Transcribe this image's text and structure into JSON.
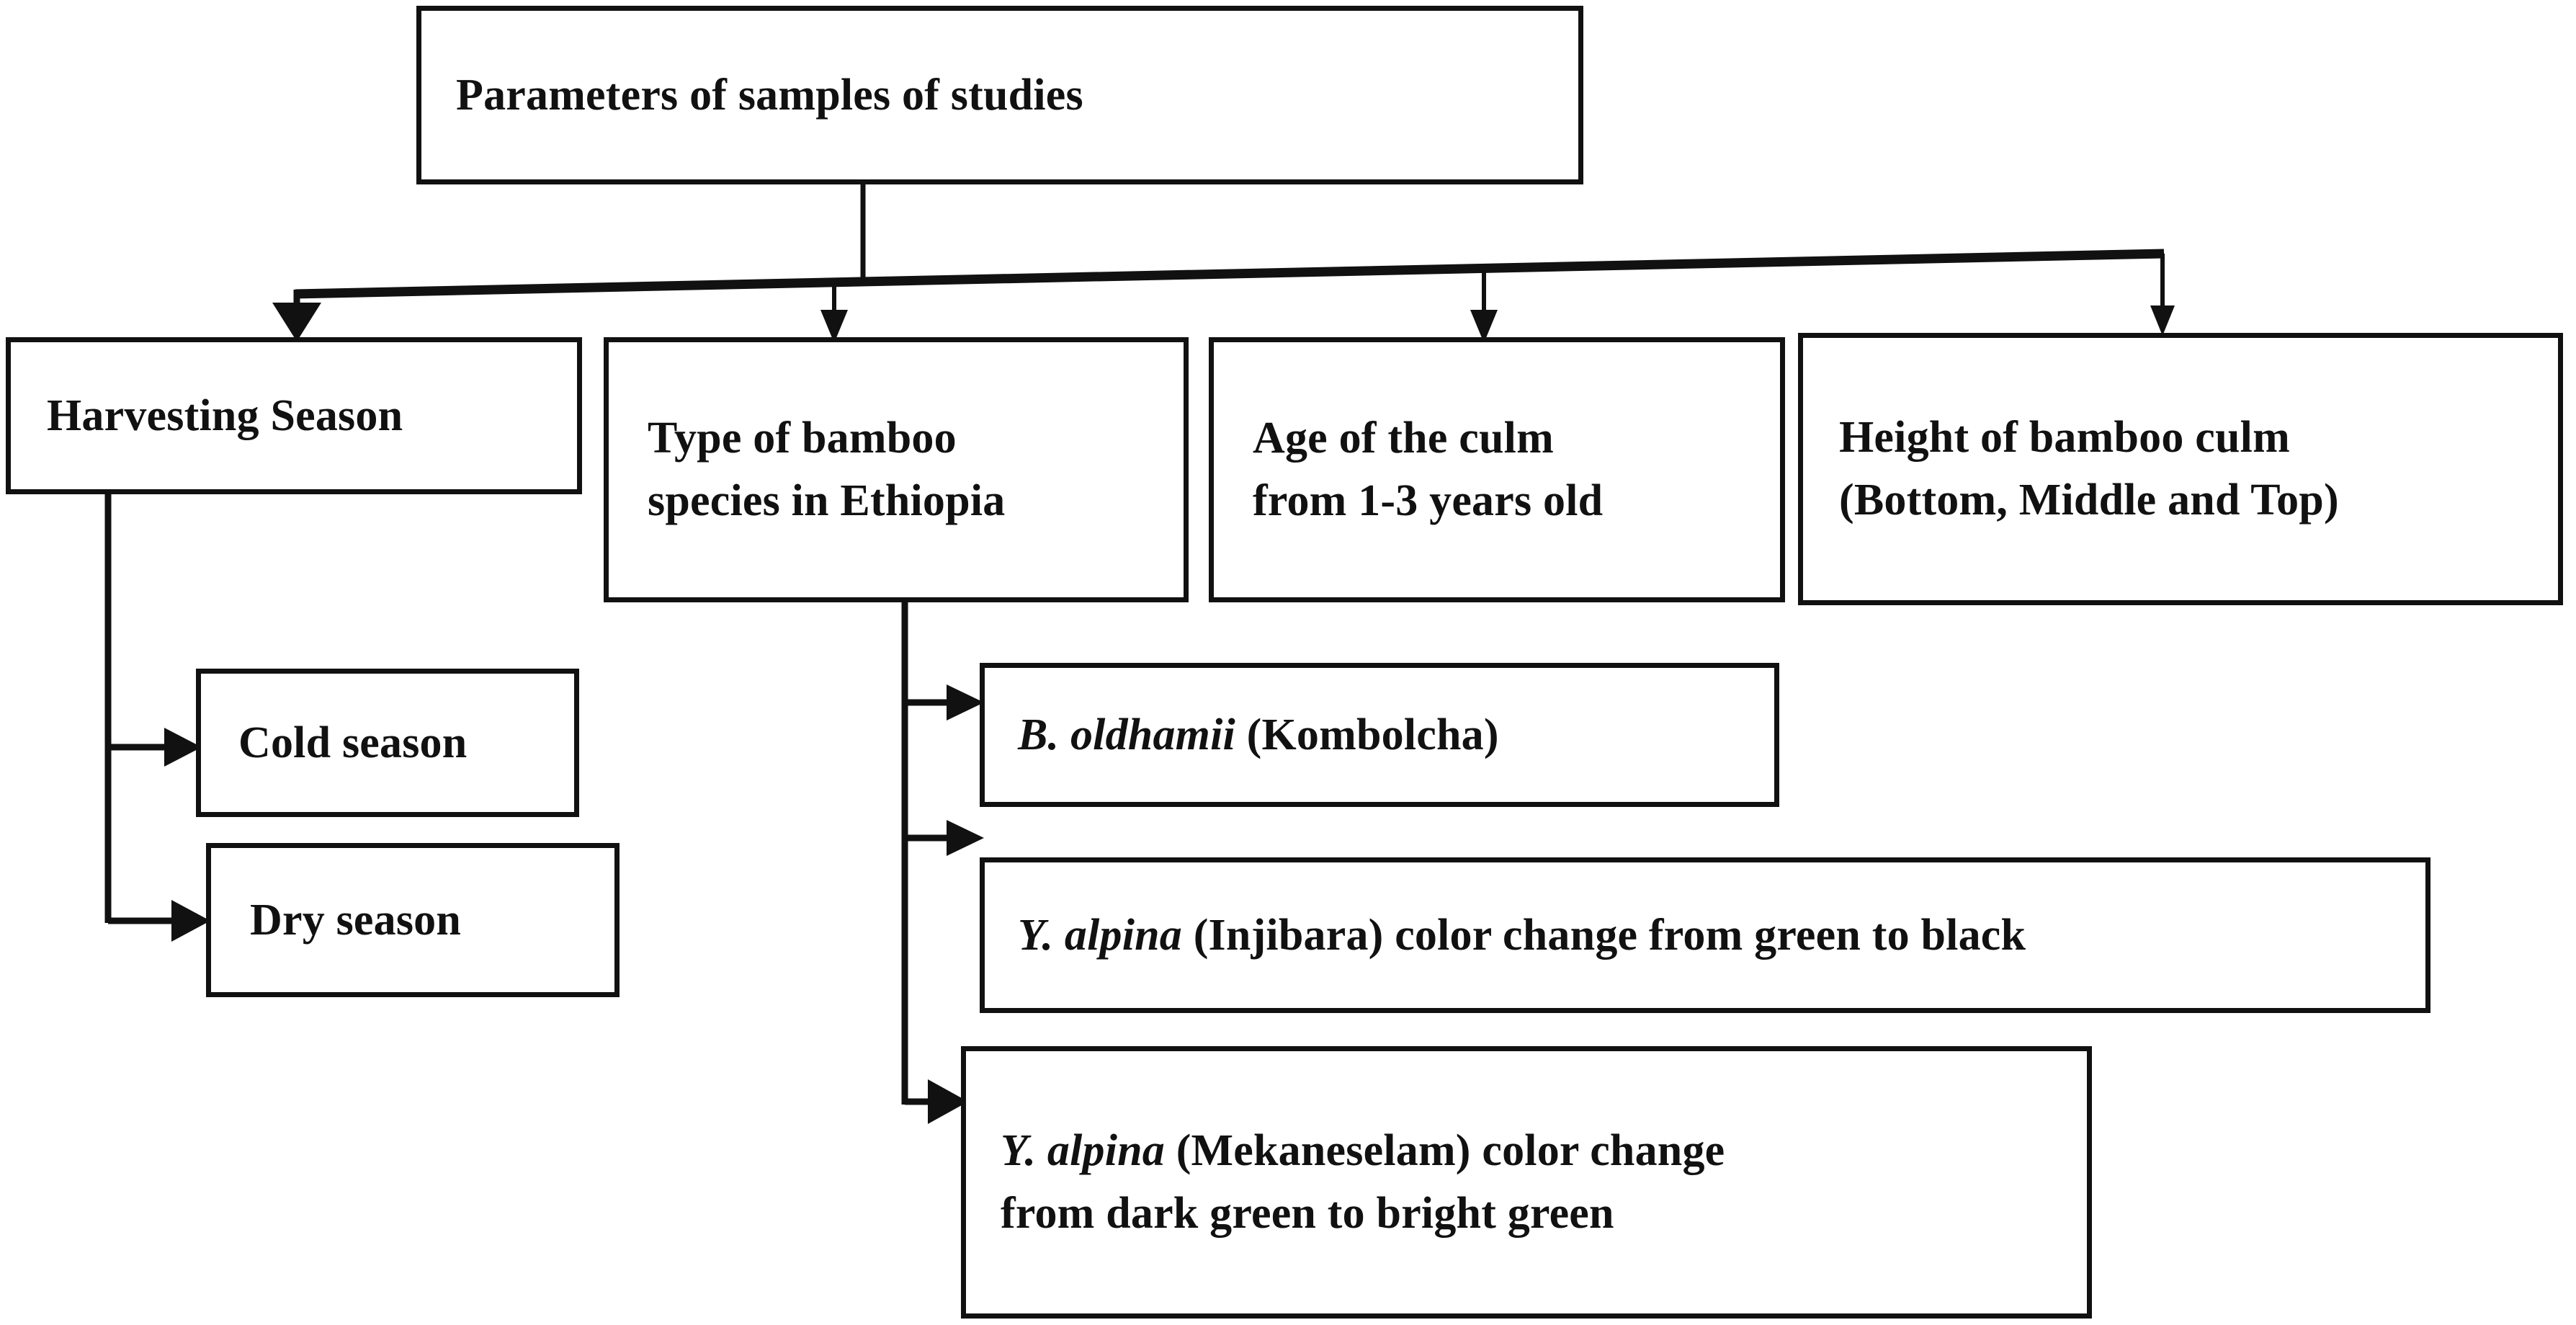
{
  "diagram": {
    "title": "Parameters of samples of studies",
    "type": "flowchart",
    "orientation": "top-down",
    "stroke_color": "#111111",
    "background_color": "#ffffff",
    "nodes": {
      "root": {
        "label": "Parameters of samples of studies"
      },
      "harvesting": {
        "label": "Harvesting Season"
      },
      "species": {
        "line1": "Type of bamboo",
        "line2": "species in Ethiopia"
      },
      "age": {
        "line1": "Age of the culm",
        "line2": "from 1-3 years old"
      },
      "height": {
        "line1": "Height of bamboo culm",
        "line2": "(Bottom, Middle and Top)"
      },
      "cold": {
        "label": "Cold season"
      },
      "dry": {
        "label": "Dry season"
      },
      "oldhamii": {
        "species_name": "B. oldhamii",
        "rest": " (Kombolcha)"
      },
      "injibara": {
        "species_name": "Y. alpina",
        "rest": " (Injibara) color change from green to black"
      },
      "mekaneselam": {
        "species_name": "Y. alpina",
        "rest_line1": " (Mekaneselam) color change",
        "line2": "from dark green to bright green"
      }
    },
    "edges": [
      {
        "from": "root",
        "to": "harvesting",
        "style": "elbow-arrow"
      },
      {
        "from": "root",
        "to": "species",
        "style": "elbow-arrow"
      },
      {
        "from": "root",
        "to": "age",
        "style": "elbow-arrow"
      },
      {
        "from": "root",
        "to": "height",
        "style": "elbow-arrow"
      },
      {
        "from": "harvesting",
        "to": "cold",
        "style": "elbow-arrow"
      },
      {
        "from": "harvesting",
        "to": "dry",
        "style": "elbow-arrow"
      },
      {
        "from": "species",
        "to": "oldhamii",
        "style": "elbow-arrow"
      },
      {
        "from": "species",
        "to": "injibara",
        "style": "elbow-arrow"
      },
      {
        "from": "species",
        "to": "mekaneselam",
        "style": "elbow-arrow"
      }
    ]
  }
}
